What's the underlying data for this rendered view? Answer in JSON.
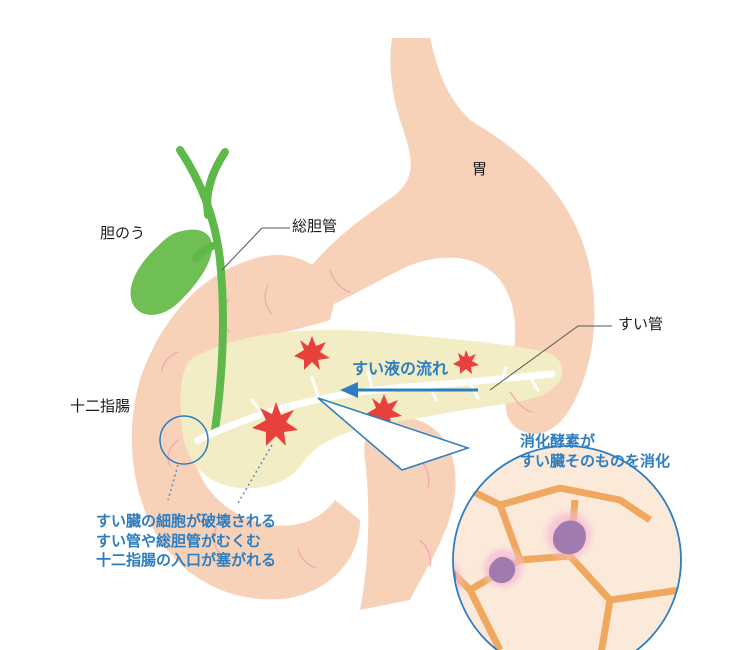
{
  "labels": {
    "stomach": "胃",
    "gallbladder": "胆のう",
    "common_bile_duct": "総胆管",
    "pancreatic_duct": "すい管",
    "duodenum": "十二指腸",
    "juice_flow": "すい液の流れ"
  },
  "notes": {
    "enzyme": [
      "消化酵素が",
      "すい臓そのものを消化"
    ],
    "damage": [
      "すい臓の細胞が破壊される",
      "すい管や総胆管がむくむ",
      "十二指腸の入口が塞がれる"
    ]
  },
  "colors": {
    "organ": "#f7d2b8",
    "pancreas": "#f3edc6",
    "bile_duct": "#5fb84a",
    "gallbladder": "#6fbf55",
    "accent_blue": "#2d7dc0",
    "burst_red": "#e8403c",
    "cell_wall": "#f0a860",
    "cell_nucleus": "#a07bb0"
  }
}
